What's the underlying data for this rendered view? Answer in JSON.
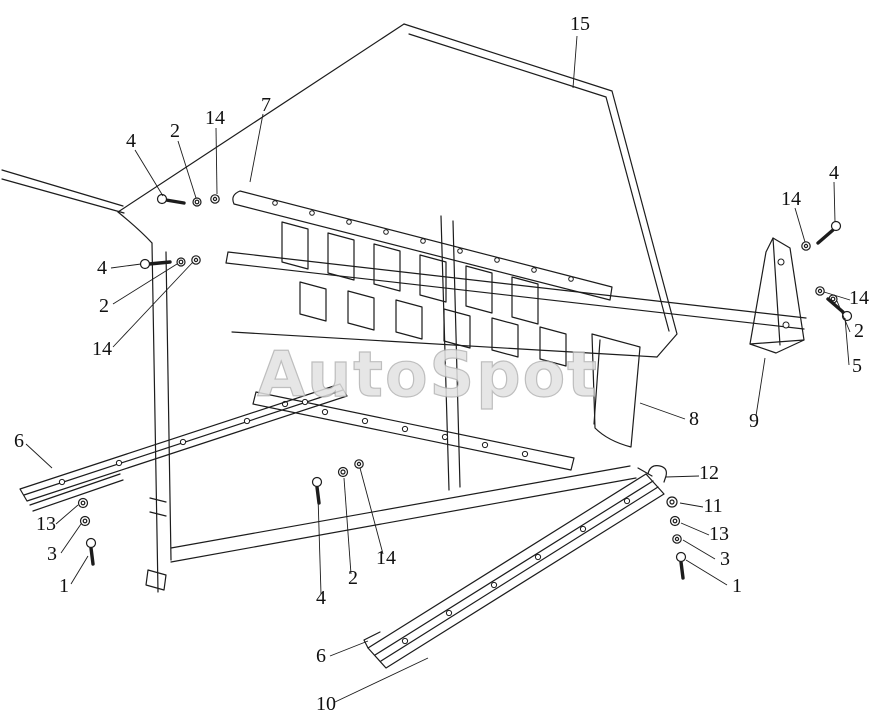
{
  "diagram": {
    "watermark": "AutoSpot",
    "colors": {
      "line": "#1c1c1c",
      "watermark": "#c8c8c8",
      "background": "#ffffff"
    },
    "callouts": [
      {
        "label": "15"
      },
      {
        "label": "4"
      },
      {
        "label": "2"
      },
      {
        "label": "14"
      },
      {
        "label": "7"
      },
      {
        "label": "4"
      },
      {
        "label": "2"
      },
      {
        "label": "14"
      },
      {
        "label": "14"
      },
      {
        "label": "4"
      },
      {
        "label": "14"
      },
      {
        "label": "2"
      },
      {
        "label": "5"
      },
      {
        "label": "9"
      },
      {
        "label": "8"
      },
      {
        "label": "6"
      },
      {
        "label": "13"
      },
      {
        "label": "3"
      },
      {
        "label": "1"
      },
      {
        "label": "4"
      },
      {
        "label": "2"
      },
      {
        "label": "14"
      },
      {
        "label": "12"
      },
      {
        "label": "11"
      },
      {
        "label": "13"
      },
      {
        "label": "3"
      },
      {
        "label": "1"
      },
      {
        "label": "6"
      },
      {
        "label": "10"
      }
    ]
  }
}
